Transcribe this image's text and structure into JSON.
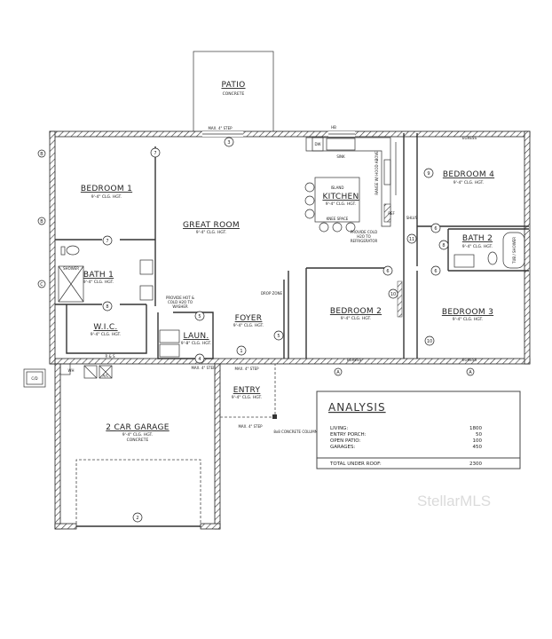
{
  "rooms": {
    "patio": {
      "name": "PATIO",
      "sub": "CONCRETE"
    },
    "bedroom1": {
      "name": "BEDROOM 1",
      "sub": "9'-4\" CLG. HGT."
    },
    "great_room": {
      "name": "GREAT ROOM",
      "sub": "9'-4\" CLG. HGT."
    },
    "kitchen": {
      "name": "KITCHEN",
      "sub": "9'-4\" CLG. HGT.",
      "island": "ISLAND",
      "knee": "KNEE SPACE"
    },
    "bedroom4": {
      "name": "BEDROOM 4",
      "sub": "9'-4\" CLG. HGT."
    },
    "bath2": {
      "name": "BATH 2",
      "sub": "9'-4\" CLG. HGT.",
      "tub": "TUB / SHOWER"
    },
    "bath1": {
      "name": "BATH 1",
      "sub": "9'-4\" CLG. HGT.",
      "shower": "SHOWER"
    },
    "wic": {
      "name": "W.I.C.",
      "sub": "9'-4\" CLG. HGT."
    },
    "laundry": {
      "name": "LAUN.",
      "sub": "9'-8\" CLG. HGT."
    },
    "foyer": {
      "name": "FOYER",
      "sub": "9'-4\" CLG. HGT."
    },
    "bedroom2": {
      "name": "BEDROOM 2",
      "sub": "9'-4\" CLG. HGT."
    },
    "bedroom3": {
      "name": "BEDROOM 3",
      "sub": "9'-4\" CLG. HGT."
    },
    "entry": {
      "name": "ENTRY",
      "sub": "9'-4\" CLG. HGT."
    },
    "garage": {
      "name": "2 CAR GARAGE",
      "sub": "9'-4\" CLG. HGT.",
      "sub2": "CONCRETE"
    }
  },
  "notes": {
    "step": "MAX. 4\" STEP",
    "drop_zone": "DROP ZONE",
    "laundry_note": [
      "PROVIDE HOT &",
      "COLD H2O TO",
      "WASHER"
    ],
    "fridge_note": [
      "PROVIDE COLD",
      "H2O TO",
      "REFRIGERATOR"
    ],
    "range": "RANGE W/ HOOD ABOVE",
    "dw": "DW",
    "sink": "SINK",
    "ref": "REF",
    "shelves": "SHLVS",
    "column": "8x8 CONCRETE COLUMN",
    "ac": "A/C",
    "wh": "WH",
    "cd": "C/D",
    "egress": "EGRESS",
    "shelf_rod": "R & S",
    "hb": "HB"
  },
  "tags": {
    "patio_door": "3",
    "bed1_door": "7",
    "bath1_door": "7",
    "wic_door": "8",
    "laun_door": "5",
    "laun_door2": "4",
    "entry_door": "1",
    "foyer_closet": "5",
    "garage_door": "2",
    "bed4_closet": "9",
    "hall_door": "11",
    "bed4_door": "6",
    "bath2_door": "8",
    "bed2_door": "6",
    "bed3_door": "6",
    "bed2_closet": "10",
    "bed3_closet": "10",
    "win_b": "B",
    "win_c": "C",
    "win_a": "A"
  },
  "analysis": {
    "title": "ANALYSIS",
    "rows": [
      {
        "label": "LIVING:",
        "value": "1800"
      },
      {
        "label": "ENTRY PORCH:",
        "value": "50"
      },
      {
        "label": "OPEN PATIO:",
        "value": "100"
      },
      {
        "label": "GARAGES:",
        "value": "450"
      }
    ],
    "total": {
      "label": "TOTAL UNDER ROOF:",
      "value": "2300"
    }
  },
  "watermark": "StellarMLS"
}
